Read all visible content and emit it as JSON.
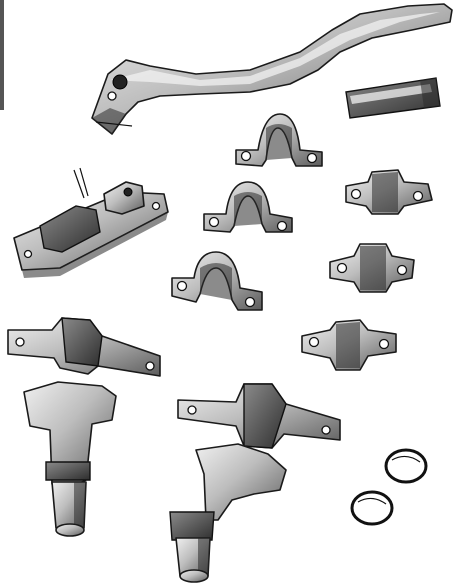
{
  "caption": "",
  "colors": {
    "background": "#ffffff",
    "metal_light": "#d9d9d9",
    "metal_dark": "#4a4a4a",
    "ink": "#111111"
  },
  "items": [
    "hand-lever",
    "rectangular-block",
    "pipe-saddle-clip",
    "bracket-with-lever",
    "flat-strap-clip",
    "mounting-base-plate",
    "hinge-pin",
    "split-ring"
  ]
}
